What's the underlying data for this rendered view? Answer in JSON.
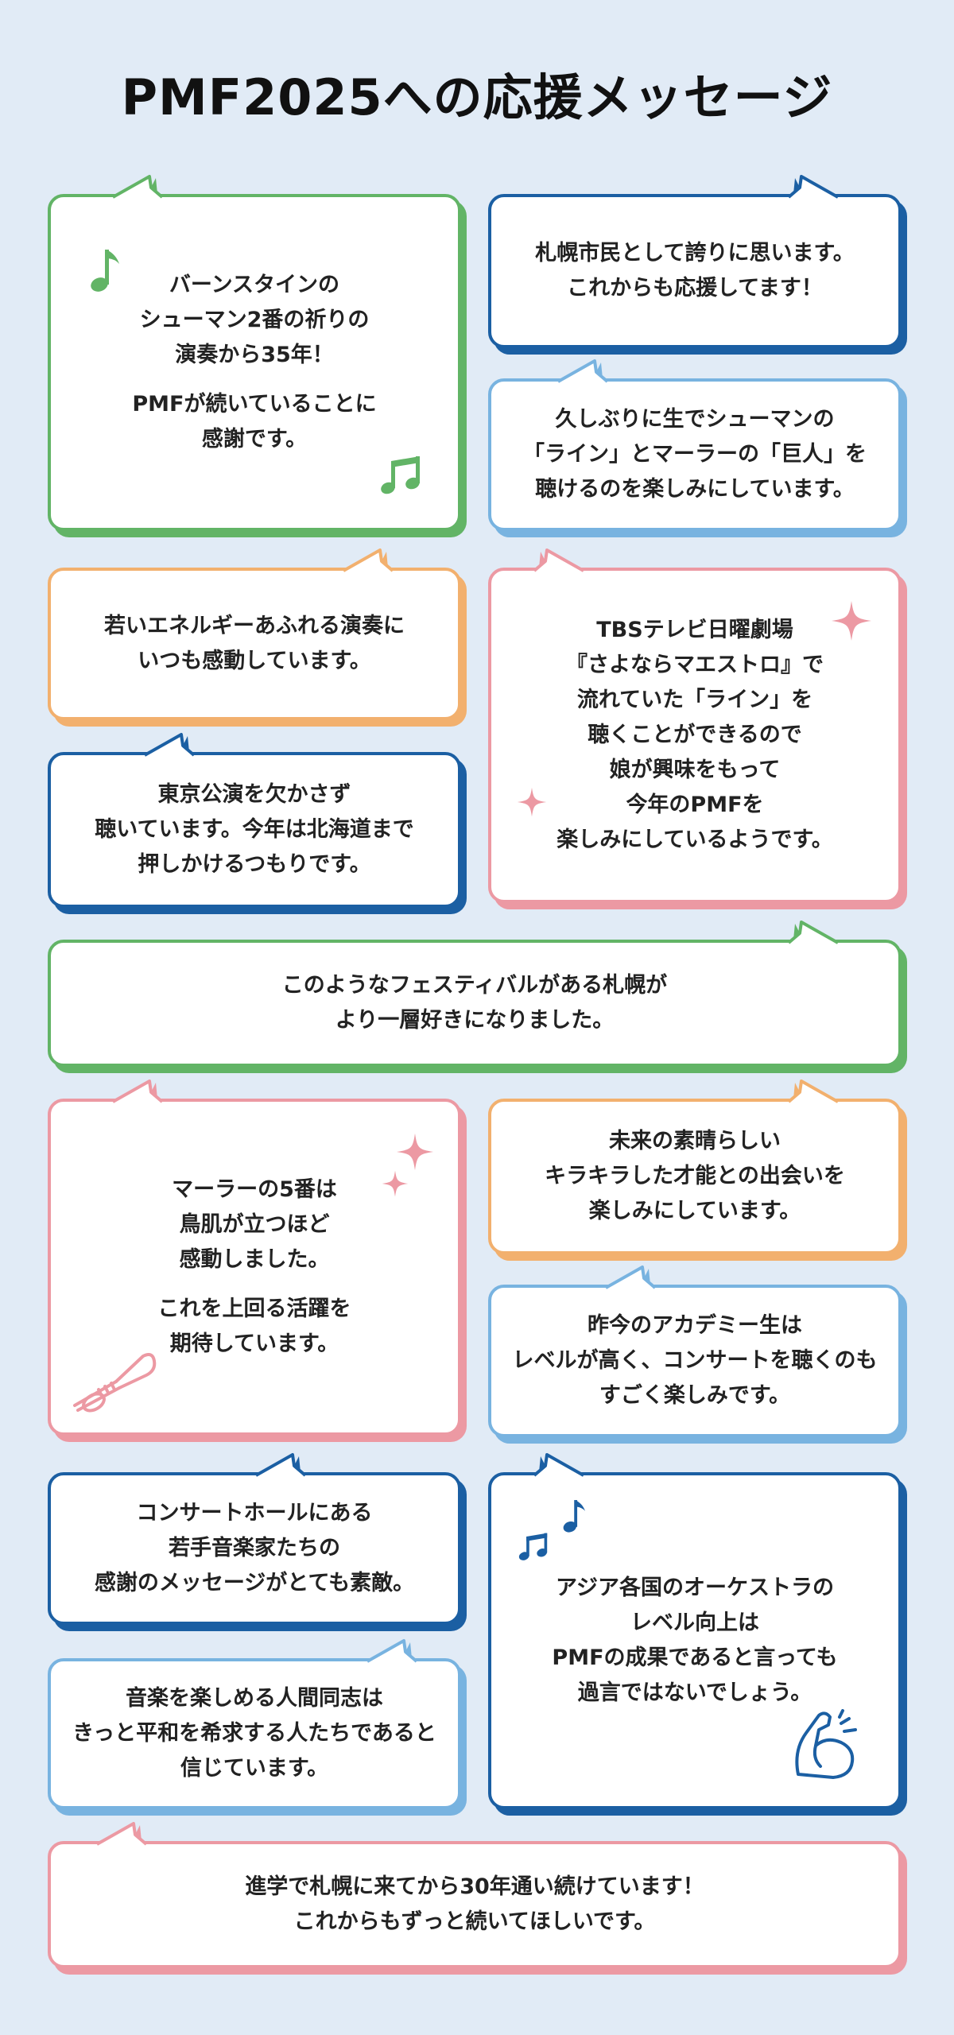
{
  "title": "PMF2025への応援メッセージ",
  "colors": {
    "green": "#62b466",
    "navy": "#1b5fa3",
    "sky": "#78b3e0",
    "orange": "#f2b06e",
    "pink": "#ec99a3",
    "background": "#e1ebf6"
  },
  "messages": [
    {
      "color": "green",
      "paragraphs": [
        "バーンスタインの\nシューマン2番の祈りの\n演奏から35年！",
        "PMFが続いていることに\n感謝です。"
      ]
    },
    {
      "color": "navy",
      "paragraphs": [
        "札幌市民として誇りに思います。\nこれからも応援してます！"
      ]
    },
    {
      "color": "sky",
      "paragraphs": [
        "久しぶりに生でシューマンの\n「ライン」とマーラーの「巨人」を\n聴けるのを楽しみにしています。"
      ]
    },
    {
      "color": "orange",
      "paragraphs": [
        "若いエネルギーあふれる演奏に\nいつも感動しています。"
      ]
    },
    {
      "color": "pink",
      "paragraphs": [
        "TBSテレビ日曜劇場\n『さよならマエストロ』で\n流れていた「ライン」を\n聴くことができるので\n娘が興味をもって\n今年のPMFを\n楽しみにしているようです。"
      ]
    },
    {
      "color": "navy",
      "paragraphs": [
        "東京公演を欠かさず\n聴いています。今年は北海道まで\n押しかけるつもりです。"
      ]
    },
    {
      "color": "green",
      "paragraphs": [
        "このようなフェスティバルがある札幌が\nより一層好きになりました。"
      ]
    },
    {
      "color": "pink",
      "paragraphs": [
        "マーラーの5番は\n鳥肌が立つほど\n感動しました。",
        "これを上回る活躍を\n期待しています。"
      ]
    },
    {
      "color": "orange",
      "paragraphs": [
        "未来の素晴らしい\nキラキラした才能との出会いを\n楽しみにしています。"
      ]
    },
    {
      "color": "sky",
      "paragraphs": [
        "昨今のアカデミー生は\nレベルが高く、コンサートを聴くのも\nすごく楽しみです。"
      ]
    },
    {
      "color": "navy",
      "paragraphs": [
        "コンサートホールにある\n若手音楽家たちの\n感謝のメッセージがとても素敵。"
      ]
    },
    {
      "color": "navy",
      "paragraphs": [
        "アジア各国のオーケストラの\nレベル向上は\nPMFの成果であると言っても\n過言ではないでしょう。"
      ]
    },
    {
      "color": "sky",
      "paragraphs": [
        "音楽を楽しめる人間同志は\nきっと平和を希求する人たちであると\n信じています。"
      ]
    },
    {
      "color": "pink",
      "paragraphs": [
        "進学で札幌に来てから30年通い続けています！\nこれからもずっと続いてほしいです。"
      ]
    }
  ],
  "icons": [
    "music-note-icon",
    "beamed-notes-icon",
    "sparkle-icon",
    "trumpet-icon",
    "flexed-arm-icon"
  ]
}
